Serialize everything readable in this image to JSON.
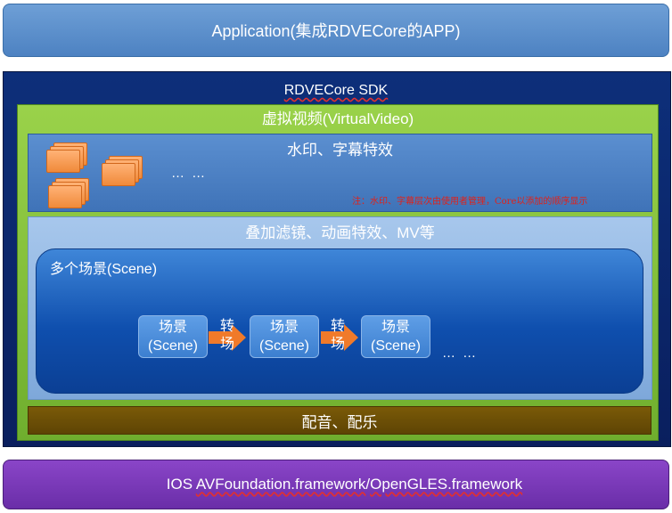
{
  "app_bar": {
    "label": "Application(集成RDVECore的APP)"
  },
  "sdk": {
    "title": "RDVECore SDK",
    "virtual_video": {
      "title": "虚拟视频(VirtualVideo)",
      "watermark": {
        "title": "水印、字幕特效",
        "ellipsis": "… …",
        "note": "注：水印、字幕层次由使用者管理，Core以添加的顺序显示"
      },
      "overlay": {
        "title": "叠加滤镜、动画特效、MV等",
        "scenes": {
          "title": "多个场景(Scene)",
          "scene_line1": "场景",
          "scene_line2": "(Scene)",
          "transition_line1": "转",
          "transition_line2": "场",
          "ellipsis": "… …"
        }
      },
      "audio": {
        "label": "配音、配乐"
      }
    }
  },
  "ios_bar": {
    "prefix": "IOS ",
    "framework_1": "AVFoundation.framework",
    "separator": "/",
    "framework_2": "OpenGLES.framework"
  },
  "colors": {
    "app_bar": "#5a8fce",
    "sdk_background": "#0b2466",
    "virtual_video": "#86c23e",
    "watermark_panel": "#4a7fc2",
    "overlay_panel": "#93b8e4",
    "scene_container": "#1558b8",
    "audio_bar": "#6b4e06",
    "ios_bar": "#7a3ab8",
    "arrow": "#f07a2a",
    "note_text": "#e0221a"
  }
}
